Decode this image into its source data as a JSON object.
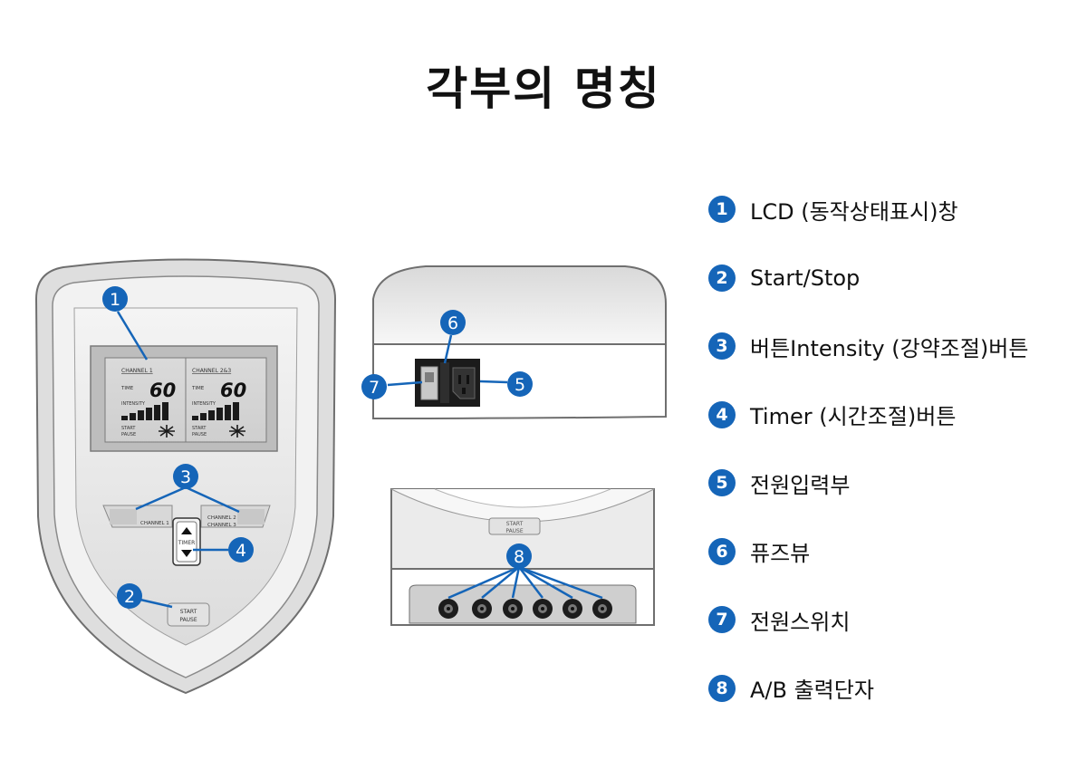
{
  "title": "각부의 명칭",
  "legend": [
    {
      "num": "1",
      "label": "LCD (동작상태표시)창"
    },
    {
      "num": "2",
      "label": "Start/Stop"
    },
    {
      "num": "3",
      "label": "버튼Intensity (강약조절)버튼"
    },
    {
      "num": "4",
      "label": "Timer (시간조절)버튼"
    },
    {
      "num": "5",
      "label": "전원입력부"
    },
    {
      "num": "6",
      "label": "퓨즈뷰"
    },
    {
      "num": "7",
      "label": "전원스위치"
    },
    {
      "num": "8",
      "label": "A/B 출력단자"
    }
  ],
  "device": {
    "lcd": {
      "channel_left": "CHANNEL 1",
      "channel_right": "CHANNEL 2&3",
      "time_label": "TIME",
      "time_value": "60",
      "intensity_label": "INTENSITY",
      "start_label": "START",
      "pause_label": "PAUSE"
    },
    "button_channel1": "CHANNEL 1",
    "button_channel2": "CHANNEL 2",
    "button_channel3": "CHANNEL 3",
    "timer_label": "TIMER",
    "start_button_start": "START",
    "start_button_pause": "PAUSE"
  },
  "bottom_view": {
    "start_label": "START",
    "pause_label": "PAUSE"
  },
  "colors": {
    "callout": "#1565b8",
    "device_body": "#e9e9e9",
    "device_outline": "#6f6f6f"
  }
}
